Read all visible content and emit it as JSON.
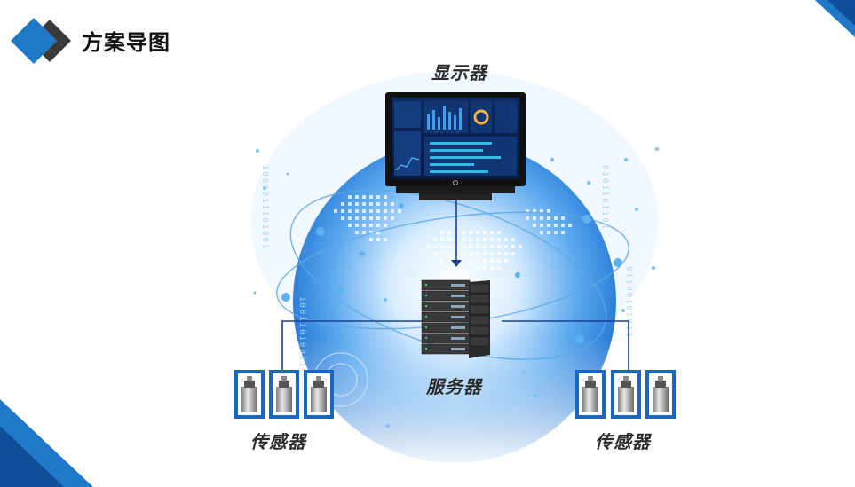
{
  "page": {
    "title": "方案导图",
    "accent_color": "#1f78c8",
    "accent_dark": "#0f4f9a"
  },
  "diagram": {
    "display_label": "显示器",
    "server_label": "服务器",
    "sensor_left_label": "传感器",
    "sensor_right_label": "传感器",
    "binary_columns": [
      "1001011101001",
      "10011010011",
      "0101101101",
      "01100101011",
      "1100101"
    ]
  }
}
